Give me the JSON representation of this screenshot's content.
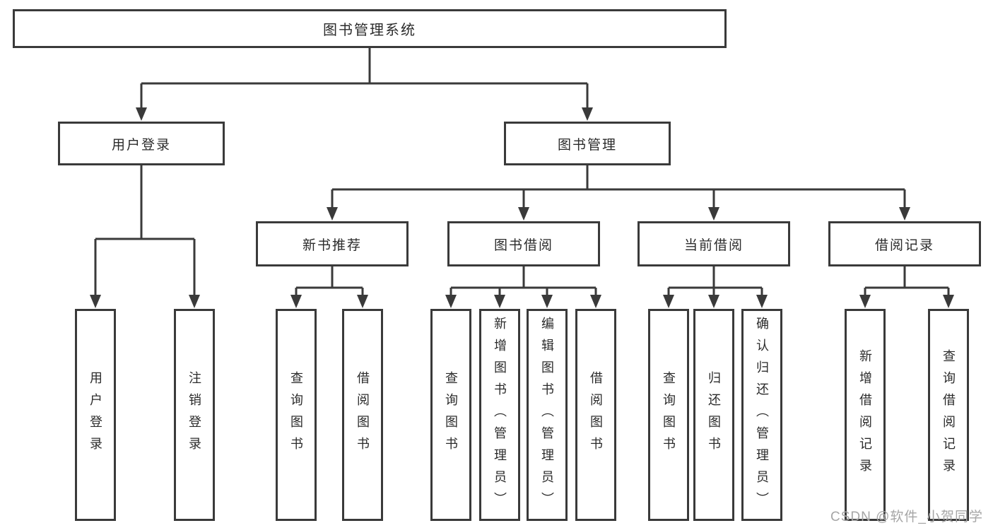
{
  "colors": {
    "line": "#3a3a3a",
    "box_border": "#3a3a3a",
    "text": "#2b2b2b",
    "background": "#ffffff",
    "watermark": "#a6a6a6"
  },
  "nodes": {
    "root": "图书管理系统",
    "level2": [
      "用户登录",
      "图书管理"
    ],
    "level3": [
      "新书推荐",
      "图书借阅",
      "当前借阅",
      "借阅记录"
    ],
    "leaves": [
      "用户登录",
      "注销登录",
      "查询图书",
      "借阅图书",
      "查询图书",
      "新增图书（管理员）",
      "编辑图书（管理员）",
      "借阅图书",
      "查询图书",
      "归还图书",
      "确认归还（管理员）",
      "新增借阅记录",
      "查询借阅记录"
    ]
  },
  "watermark": "CSDN @软件_小贺同学"
}
